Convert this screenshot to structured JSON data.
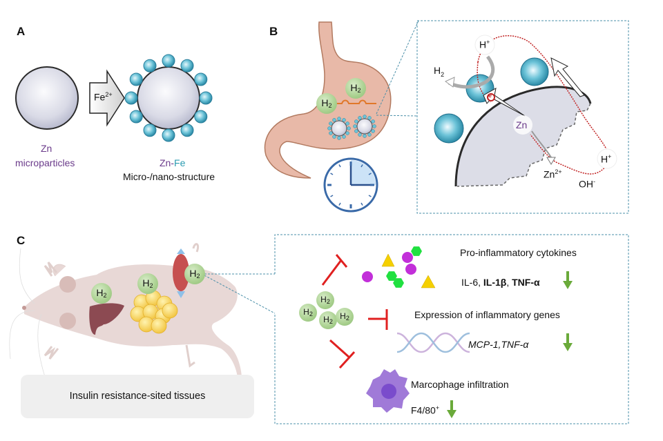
{
  "panels": {
    "A": {
      "label": "A",
      "arrow_text": "Fe",
      "arrow_sup": "2+",
      "left_name": "Zn",
      "left_sub": "microparticles",
      "right_name_zn": "Zn",
      "right_name_dash": "-",
      "right_name_fe": "Fe",
      "right_sub": "Micro-/nano-structure"
    },
    "B": {
      "label": "B",
      "stomach_h2_1": "H",
      "stomach_h2_2": "H",
      "h2_sub": "2",
      "zoom_labels": {
        "h_plus_top": "H",
        "h_plus_right": "H",
        "plus": "+",
        "h2": "H",
        "h2_sub": "2",
        "electron": "e",
        "zn": "Zn",
        "zn_ion": "Zn",
        "zn_ion_sup": "2+",
        "oh": "OH",
        "oh_sup": "-"
      }
    },
    "C": {
      "label": "C",
      "h2_tissue": "H",
      "h2_sub": "2",
      "tissues_caption": "Insulin resistance-sited tissues",
      "effects": [
        {
          "title": "Pro-inflammatory cytokines",
          "detail_plain": "IL-6, ",
          "detail_bold1": "IL-1β",
          "detail_sep": ", ",
          "detail_bold2": "TNF-α",
          "trend": "down"
        },
        {
          "title": "Expression of inflammatory genes",
          "detail_italic": "MCP-1,TNF-α",
          "trend": "down"
        },
        {
          "title": "Marcophage infiltration",
          "detail": "F4/80",
          "detail_sup": "+",
          "trend": "down"
        }
      ]
    }
  },
  "colors": {
    "zn_purple": "#6a3a8a",
    "fe_teal": "#2a9bb0",
    "h2_green": "#a9d08f",
    "inhibit_red": "#e02020",
    "down_arrow_green": "#6aaa3a",
    "dashed_frame": "#4a8fa8",
    "cytokine_yellow": "#f5d000",
    "cytokine_magenta": "#c22fd9",
    "cytokine_green": "#20e040",
    "macrophage": "#9a6ad8"
  }
}
